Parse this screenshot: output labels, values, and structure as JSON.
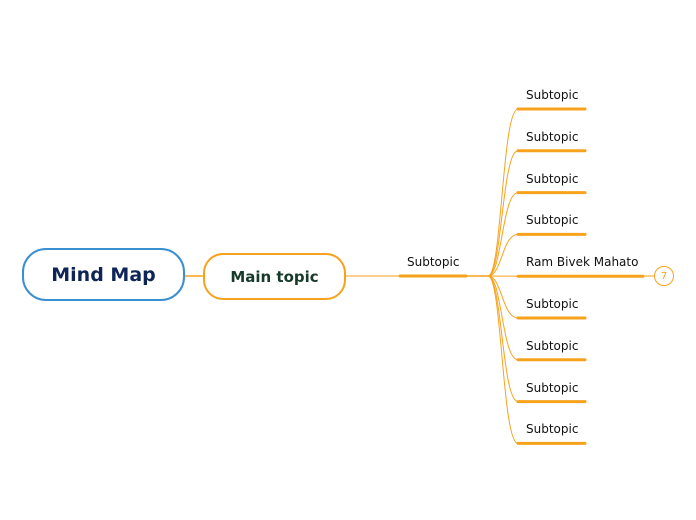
{
  "central_topic": "Mind Map",
  "main_topic": "Main topic",
  "subtopic": "Subtopic",
  "leaf_topics": [
    "Subtopic",
    "Subtopic",
    "Subtopic",
    "Subtopic",
    "Ram Bivek Mahato",
    "Subtopic",
    "Subtopic",
    "Subtopic",
    "Subtopic"
  ],
  "collapsed_count": "7",
  "colors": {
    "central_border": "#3a8fd1",
    "branch": "#f7a21d",
    "central_text": "#0f2557",
    "main_text": "#173a2a"
  }
}
